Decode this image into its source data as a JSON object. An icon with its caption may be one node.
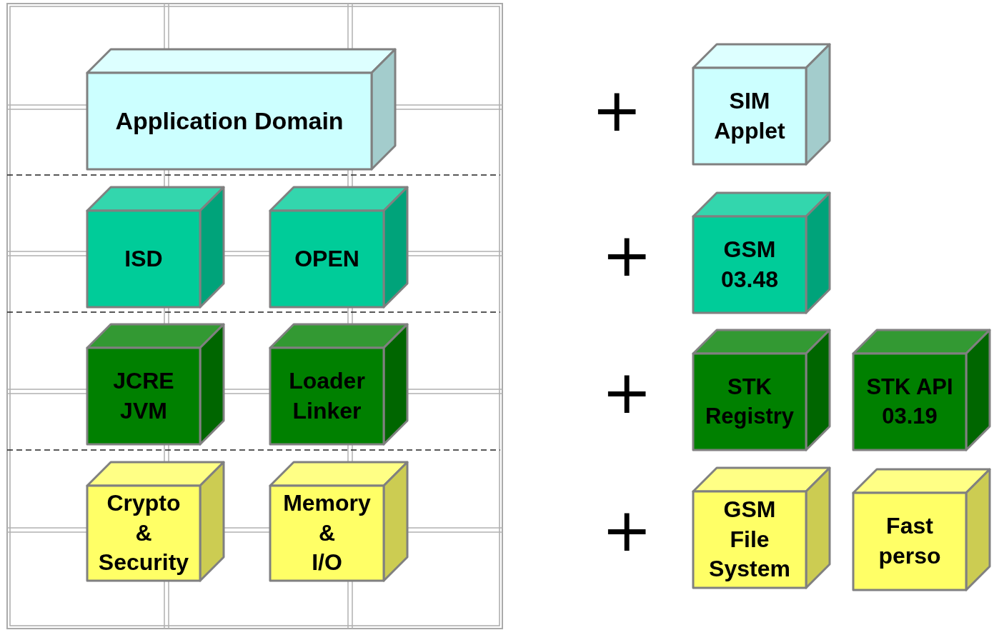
{
  "diagram": {
    "nodes": [
      {
        "text": [
          "Application Domain"
        ]
      },
      {
        "text": [
          "ISD"
        ]
      },
      {
        "text": [
          "OPEN"
        ]
      },
      {
        "text": [
          "JCRE JVM"
        ]
      },
      {
        "text": [
          "Loader Linker"
        ]
      },
      {
        "text": [
          "Crypto & Security"
        ]
      },
      {
        "text": [
          "Memory & I/O"
        ]
      },
      {
        "text": [
          "SIM Applet"
        ]
      },
      {
        "text": [
          "GSM 03.48"
        ]
      },
      {
        "text": [
          "STK Registry"
        ]
      },
      {
        "text": [
          "STK API 03.19"
        ]
      },
      {
        "text": [
          "GSM File System"
        ]
      },
      {
        "text": [
          "Fast perso"
        ]
      }
    ],
    "labels": [
      "+",
      "+",
      "+",
      "+"
    ]
  }
}
